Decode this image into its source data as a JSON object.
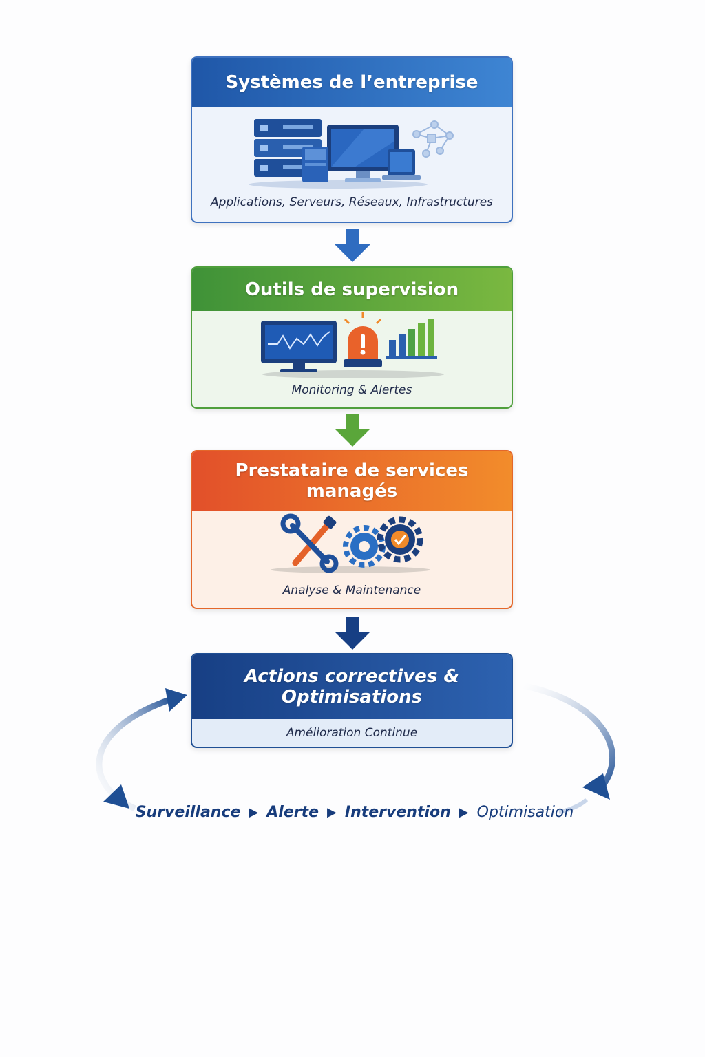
{
  "cards": [
    {
      "title": "Systèmes de l’entreprise",
      "caption": "Applications, Serveurs, Réseaux, Infrastructures"
    },
    {
      "title": "Outils de supervision",
      "caption": "Monitoring & Alertes"
    },
    {
      "title_line1": "Prestataire de services",
      "title_line2": "managés",
      "caption": "Analyse & Maintenance"
    },
    {
      "title_line1": "Actions correctives &",
      "title_line2": "Optimisations",
      "caption": "Amélioration Continue"
    }
  ],
  "cycle": {
    "steps": [
      "Surveillance",
      "Alerte",
      "Intervention",
      "Optimisation"
    ],
    "separator": "▶"
  },
  "colors": {
    "blue": "#2f6cc0",
    "green": "#4f9f3c",
    "orange": "#e86a2a",
    "navy": "#173f84"
  },
  "icons": [
    "server-rack-icon",
    "desktop-monitor-icon",
    "laptop-icon",
    "network-nodes-icon",
    "monitoring-screen-icon",
    "alarm-siren-icon",
    "bar-chart-icon",
    "wrench-screwdriver-icon",
    "gears-check-icon"
  ]
}
